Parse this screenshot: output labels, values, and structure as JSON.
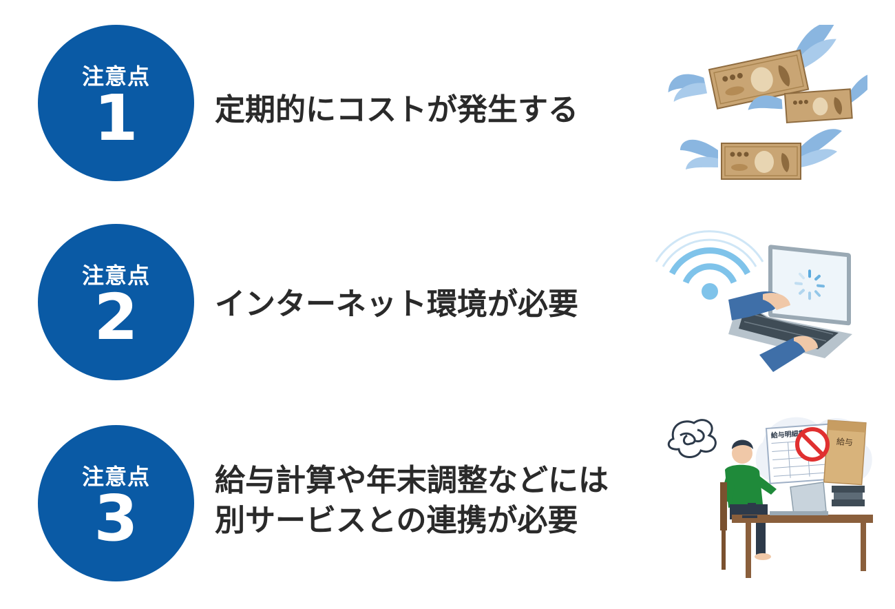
{
  "points": [
    {
      "label": "注意点",
      "number": "1",
      "text_lines": [
        "定期的にコストが発生する"
      ]
    },
    {
      "label": "注意点",
      "number": "2",
      "text_lines": [
        "インターネット環境が必要"
      ]
    },
    {
      "label": "注意点",
      "number": "3",
      "text_lines": [
        "給与計算や年末調整などには",
        "別サービスとの連携が必要"
      ]
    }
  ],
  "illustrations": {
    "payslip_heading": "給与明細書",
    "envelope_label": "給与",
    "icons": [
      "flying-money-icon",
      "wifi-laptop-icon",
      "payroll-worker-icon"
    ]
  },
  "colors": {
    "badge": "#0a5aa5",
    "text": "#2a2a2a",
    "wing": "#8ab6e0",
    "bill": "#c9a574",
    "wifi": "#7fc3ea",
    "sweater": "#1f8a3a",
    "desk": "#8a5f3c",
    "prohibit": "#e03030"
  }
}
